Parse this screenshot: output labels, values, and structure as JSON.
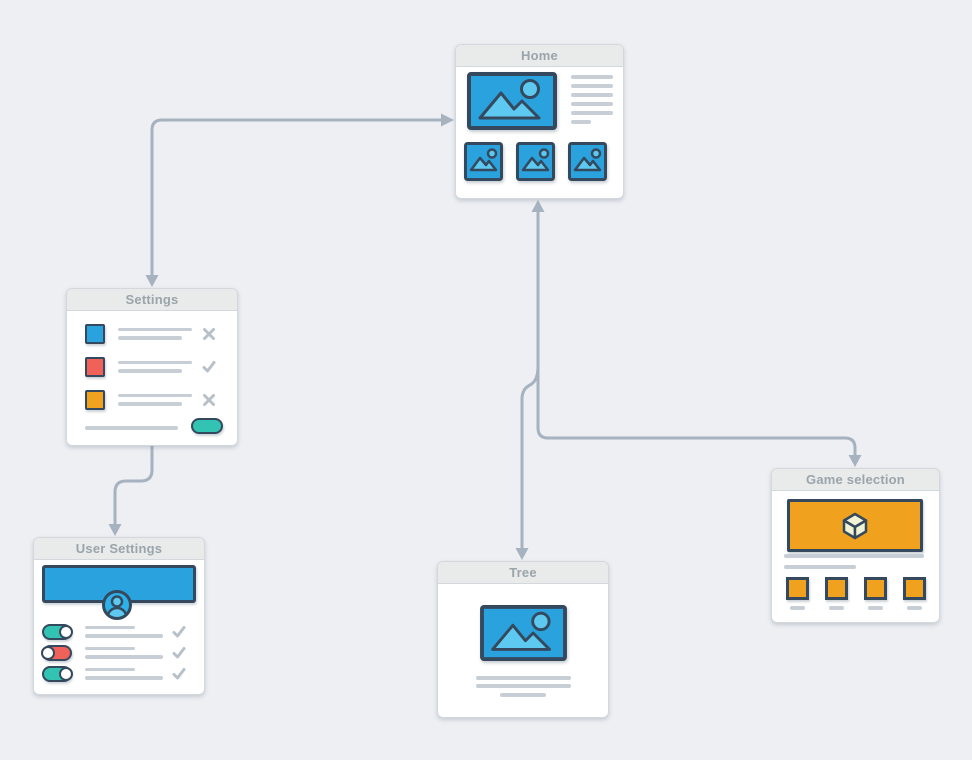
{
  "diagram": {
    "type": "sitemap-flowchart",
    "nodes": [
      {
        "id": "home",
        "title": "Home",
        "content": "hero mountain image, 6 placeholder text lines, 3 image thumbnails"
      },
      {
        "id": "settings",
        "title": "Settings",
        "content": "3 rows: blue/red/orange swatch + 2 lines + status icon (x, check, x); footer line with teal pill button"
      },
      {
        "id": "user-settings",
        "title": "User Settings",
        "content": "blue banner with avatar; 3 rows: toggle (on, off, on) + 2 lines + check"
      },
      {
        "id": "tree",
        "title": "Tree",
        "content": "mountain image, 3 placeholder text lines"
      },
      {
        "id": "game-selection",
        "title": "Game selection",
        "content": "orange banner with 3D cube, 2 lines, 4 orange squares with captions"
      }
    ],
    "edges": [
      {
        "from": "home",
        "to": "settings",
        "style": "orthogonal",
        "arrows": "both"
      },
      {
        "from": "settings",
        "to": "user-settings",
        "style": "orthogonal",
        "arrows": "end"
      },
      {
        "from": "home",
        "to": "tree",
        "style": "orthogonal",
        "arrows": "both"
      },
      {
        "from": "home",
        "to": "game-selection",
        "style": "orthogonal",
        "arrows": "end"
      }
    ],
    "colors": {
      "background": "#edeff3",
      "connector": "#a6b2c0",
      "node_body": "#ffffff",
      "node_border": "#d2d8dc",
      "header_bg": "#e9ebea",
      "title_text": "#9aa4ab",
      "placeholder_line": "#c7ced6",
      "slate": "#34495e",
      "blue": "#2aa2dd",
      "blue_light": "#5ec9f0",
      "teal": "#32c3b2",
      "red": "#f0615a",
      "orange": "#f0a21f",
      "cream": "#f2f3d4",
      "status_icon": "#b8c0c9"
    }
  }
}
